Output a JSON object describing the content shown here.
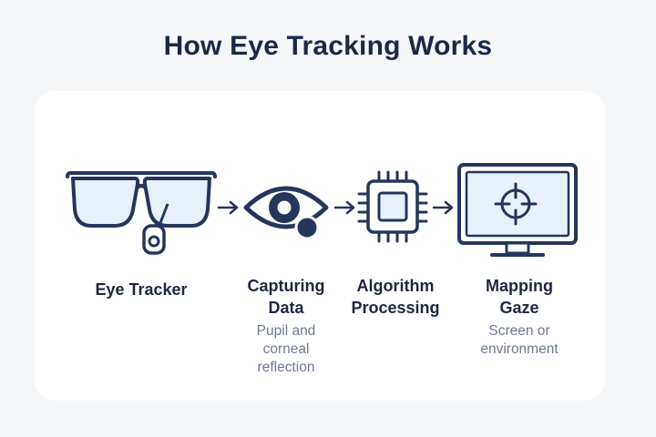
{
  "title": "How Eye Tracking Works",
  "colors": {
    "primary": "#25355c",
    "light_fill": "#e8f0fb",
    "title_text": "#1c2847",
    "label_text": "#1f2740",
    "sub_text": "#6f7891"
  },
  "steps": [
    {
      "icon": "eye-tracker-glasses-icon",
      "label": "Eye Tracker",
      "description": ""
    },
    {
      "icon": "eye-icon",
      "label": "Capturing Data",
      "description": "Pupil and corneal reflection"
    },
    {
      "icon": "processor-chip-icon",
      "label": "Algorithm Processing",
      "description": ""
    },
    {
      "icon": "monitor-crosshair-icon",
      "label": "Mapping Gaze",
      "description": "Screen or environment"
    }
  ]
}
